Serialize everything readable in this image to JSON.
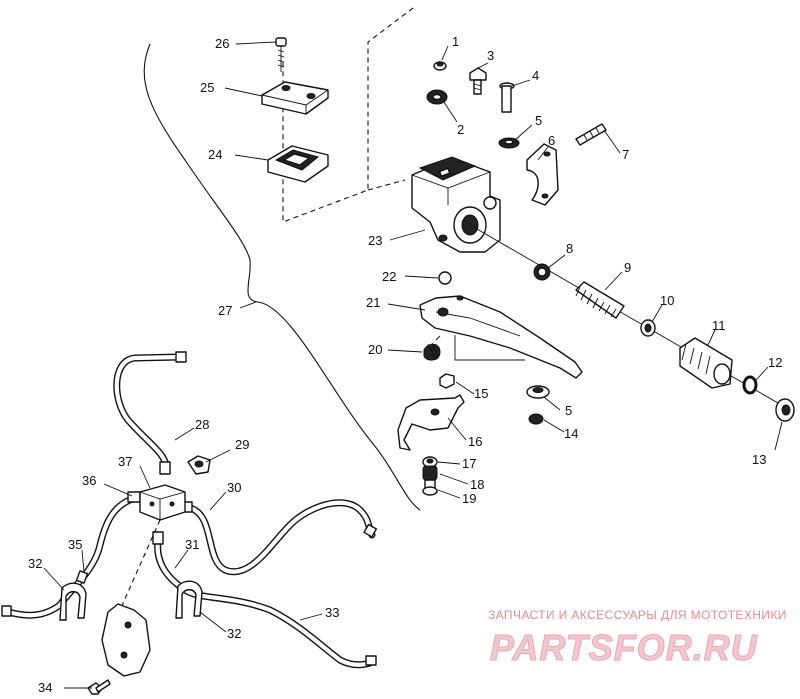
{
  "callouts": [
    "1",
    "2",
    "3",
    "4",
    "5",
    "6",
    "7",
    "8",
    "9",
    "10",
    "11",
    "12",
    "13",
    "14",
    "15",
    "16",
    "17",
    "18",
    "19",
    "20",
    "21",
    "22",
    "23",
    "24",
    "25",
    "26",
    "27",
    "28",
    "29",
    "30",
    "31",
    "32",
    "33",
    "34",
    "35",
    "36",
    "37"
  ],
  "labels": {
    "n1": "1",
    "n2": "2",
    "n3": "3",
    "n4": "4",
    "n5a": "5",
    "n5b": "5",
    "n6": "6",
    "n7": "7",
    "n8": "8",
    "n9": "9",
    "n10": "10",
    "n11": "11",
    "n12": "12",
    "n13": "13",
    "n14": "14",
    "n15": "15",
    "n16": "16",
    "n17": "17",
    "n18": "18",
    "n19": "19",
    "n20": "20",
    "n21": "21",
    "n22": "22",
    "n23": "23",
    "n24": "24",
    "n25": "25",
    "n26": "26",
    "n27": "27",
    "n28": "28",
    "n29": "29",
    "n30": "30",
    "n31": "31",
    "n32a": "32",
    "n32b": "32",
    "n33": "33",
    "n34": "34",
    "n35": "35",
    "n36": "36",
    "n37": "37"
  },
  "watermark": {
    "tagline": "ЗАПЧАСТИ И АКСЕССУАРЫ ДЛЯ МОТОТЕХНИКИ",
    "logo": "PARTSFOR.RU",
    "color": "#e08a9a"
  }
}
